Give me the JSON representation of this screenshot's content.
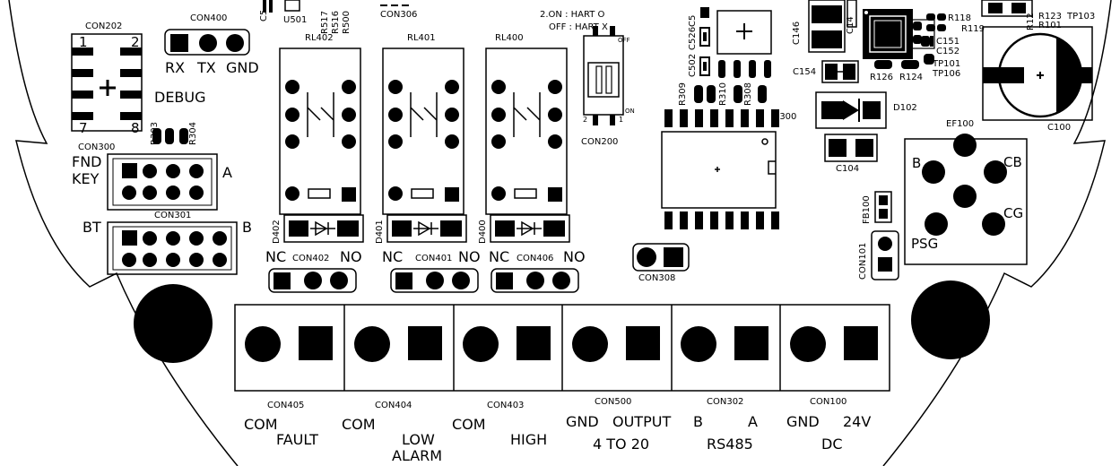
{
  "connectors": {
    "con202": {
      "ref": "CON202",
      "pin_a": "1",
      "pin_b": "2",
      "pin_c": "7",
      "pin_d": "8"
    },
    "con400": {
      "ref": "CON400",
      "pins": [
        "RX",
        "TX",
        "GND"
      ],
      "function": "DEBUG"
    },
    "con300": {
      "ref": "CON300",
      "lines": [
        "FND",
        "KEY"
      ],
      "side": "A"
    },
    "con301": {
      "ref": "CON301",
      "left": "BT",
      "side": "B"
    },
    "con306": {
      "ref": "CON306"
    },
    "con200": {
      "ref": "CON200",
      "note_on": "2.ON  : HART O",
      "note_off": "OFF : HART X",
      "off": "OFF",
      "on": "ON",
      "pin2": "2",
      "pin1": "1"
    },
    "con308": {
      "ref": "CON308"
    },
    "con101": {
      "ref": "CON101"
    },
    "relay_out": [
      {
        "ref": "CON402",
        "nc": "NC",
        "no": "NO"
      },
      {
        "ref": "CON401",
        "nc": "NC",
        "no": "NO"
      },
      {
        "ref": "CON406",
        "nc": "NC",
        "no": "NO"
      }
    ],
    "terminals": [
      {
        "ref": "CON405",
        "left": "COM",
        "right": "",
        "func": "FAULT",
        "func2": ""
      },
      {
        "ref": "CON404",
        "left": "COM",
        "right": "",
        "func": "LOW",
        "func2": "ALARM"
      },
      {
        "ref": "CON403",
        "left": "COM",
        "right": "",
        "func": "HIGH",
        "func2": ""
      },
      {
        "ref": "CON500",
        "left": "GND",
        "right": "OUTPUT",
        "func": "4 TO 20",
        "func2": ""
      },
      {
        "ref": "CON302",
        "left": "B",
        "right": "A",
        "func": "RS485",
        "func2": ""
      },
      {
        "ref": "CON100",
        "left": "GND",
        "right": "24V",
        "func": "DC",
        "func2": ""
      }
    ]
  },
  "relays": [
    "RL402",
    "RL401",
    "RL400"
  ],
  "diodes_relay": [
    "D402",
    "D401",
    "D400"
  ],
  "components": {
    "u501": "U501",
    "c5": "C5",
    "r517": "R517",
    "r516": "R516",
    "r500": "R500",
    "r303": "R303",
    "r304": "R304",
    "c526": "C526",
    "c502": "C502",
    "c5b": "C5",
    "r309": "R309",
    "r310": "R310",
    "r308": "R308",
    "u300": "U300",
    "c146": "C146",
    "c154": "C154",
    "c14": "C14",
    "r118": "R118",
    "r119": "R119",
    "c151": "C151",
    "c152": "C152",
    "r126": "R126",
    "r124": "R124",
    "tp101": "TP101",
    "tp106": "TP106",
    "r12": "R12",
    "r123": "R123",
    "r101": "R101",
    "tp103": "TP103",
    "d102": "D102",
    "c104": "C104",
    "c100": "C100",
    "ef100": "EF100",
    "fb100": "FB100"
  },
  "gas_connector": {
    "b": "B",
    "cb": "CB",
    "cg": "CG",
    "psg": "PSG"
  }
}
